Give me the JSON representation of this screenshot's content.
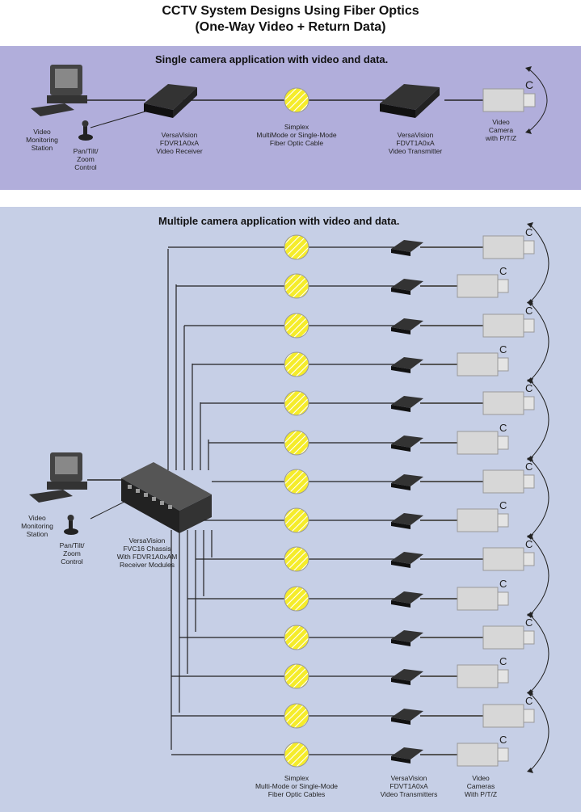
{
  "title_line1": "CCTV System Designs Using Fiber Optics",
  "title_line2": "(One-Way Video + Return Data)",
  "colors": {
    "top_panel": "#b1aedb",
    "bottom_panel": "#c6cfe6",
    "fiber": "#f5ec2a"
  },
  "single": {
    "heading": "Single camera application with video and data.",
    "station": [
      "Video",
      "Monitoring",
      "Station"
    ],
    "ptz": [
      "Pan/Tilt/",
      "Zoom",
      "Control"
    ],
    "receiver": [
      "VersaVision",
      "FDVR1A0xA",
      "Video Receiver"
    ],
    "fiber": [
      "Simplex",
      "MultiMode or Single-Mode",
      "Fiber Optic Cable"
    ],
    "transmitter": [
      "VersaVision",
      "FDVT1A0xA",
      "Video Transmitter"
    ],
    "camera": [
      "Video",
      "Camera",
      "with P/T/Z"
    ],
    "camera_mark": "C"
  },
  "multi": {
    "heading": "Multiple camera application with video and data.",
    "station": [
      "Video",
      "Monitoring",
      "Station"
    ],
    "ptz": [
      "Pan/Tilt/",
      "Zoom",
      "Control"
    ],
    "chassis": [
      "VersaVision",
      "FVC16 Chassis",
      "With FDVR1A0xAM",
      "Receiver Modules"
    ],
    "fiber": [
      "Simplex",
      "Multi-Mode or Single-Mode",
      "Fiber Optic Cables"
    ],
    "transmitters": [
      "VersaVision",
      "FDVT1A0xA",
      "Video Transmitters"
    ],
    "cameras": [
      "Video",
      "Cameras",
      "With P/T/Z"
    ],
    "camera_mark": "C",
    "channel_count": 14
  }
}
